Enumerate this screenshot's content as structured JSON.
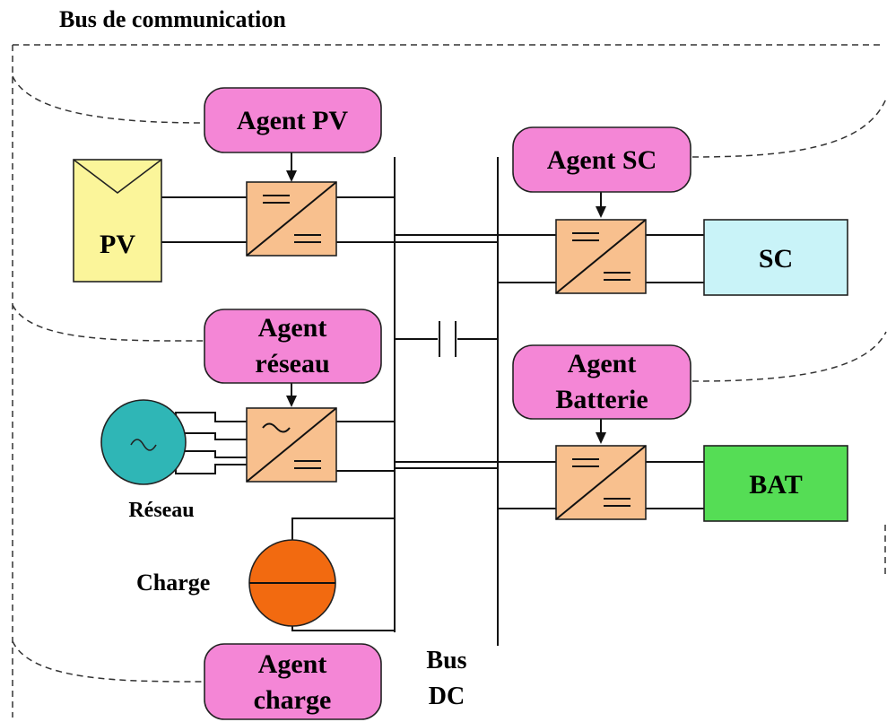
{
  "title": "Bus de communication",
  "agents": {
    "pv": [
      "Agent PV"
    ],
    "sc": [
      "Agent SC"
    ],
    "reseau": [
      "Agent",
      "réseau"
    ],
    "batterie": [
      "Agent",
      "Batterie"
    ],
    "charge": [
      "Agent",
      "charge"
    ]
  },
  "sources": {
    "pv": "PV",
    "sc": "SC",
    "bat": "BAT",
    "reseau": "Réseau",
    "charge": "Charge"
  },
  "bus_dc": [
    "Bus",
    "DC"
  ],
  "colors": {
    "agent": "#f486d6",
    "converter": "#f8c08e",
    "pv": "#fbf59a",
    "sc": "#c9f3f8",
    "bat": "#55dd55",
    "grid": "#2fb6b6",
    "load": "#f26a10"
  }
}
